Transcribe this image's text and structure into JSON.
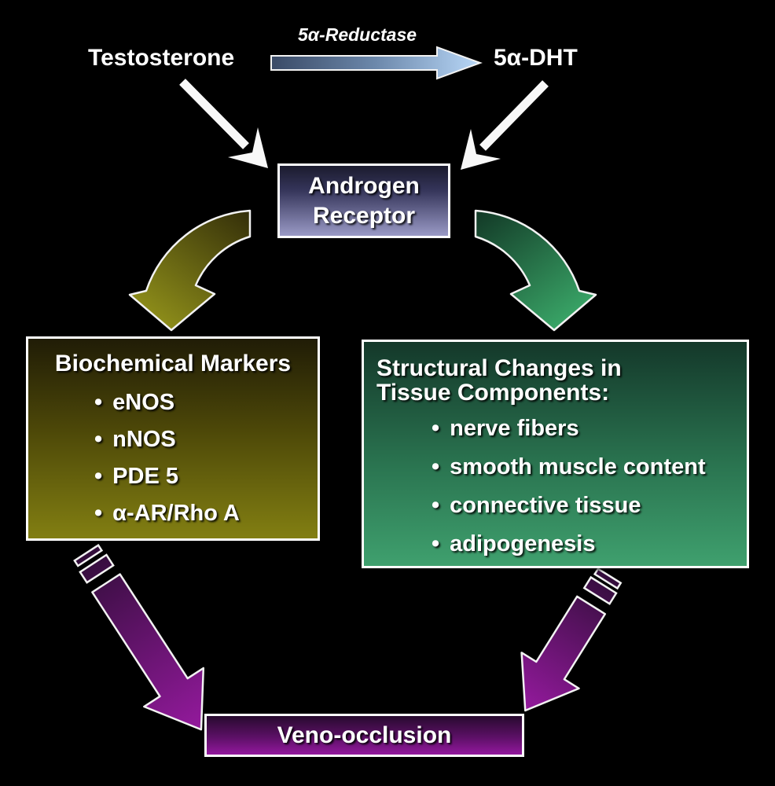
{
  "diagram": {
    "top_row": {
      "substrate": "Testosterone",
      "enzyme": "5α-Reductase",
      "product": "5α-DHT"
    },
    "receptor_box": {
      "line1": "Androgen",
      "line2": "Receptor"
    },
    "left_box": {
      "title": "Biochemical Markers",
      "items": [
        "eNOS",
        "nNOS",
        "PDE 5",
        "α-AR/Rho A"
      ]
    },
    "right_box": {
      "title_line1": "Structural Changes in",
      "title_line2": "Tissue Components:",
      "items": [
        "nerve fibers",
        "smooth muscle content",
        "connective tissue",
        "adipogenesis"
      ]
    },
    "outcome_box": {
      "label": "Veno-occlusion"
    },
    "bullet_glyph": "•",
    "colors": {
      "background": "#000000",
      "text": "#ffffff",
      "reaction_arrow_gradient": [
        "#3a4a66",
        "#b9d8f8"
      ],
      "white_arrows": "#f8f8f8",
      "receptor_box_gradient": [
        "#1b1b2e",
        "#9a9ac6"
      ],
      "left_box_gradient": [
        "#201c06",
        "#827f12"
      ],
      "right_box_gradient": [
        "#14382a",
        "#3fa06e"
      ],
      "left_curved_arrow_gradient": [
        "#332e09",
        "#90901a"
      ],
      "right_curved_arrow_gradient": [
        "#123826",
        "#3aa768"
      ],
      "purple_arrow_gradient": [
        "#300d38",
        "#951a9e"
      ],
      "outcome_box_gradient": [
        "#270a2e",
        "#93189e"
      ]
    }
  }
}
